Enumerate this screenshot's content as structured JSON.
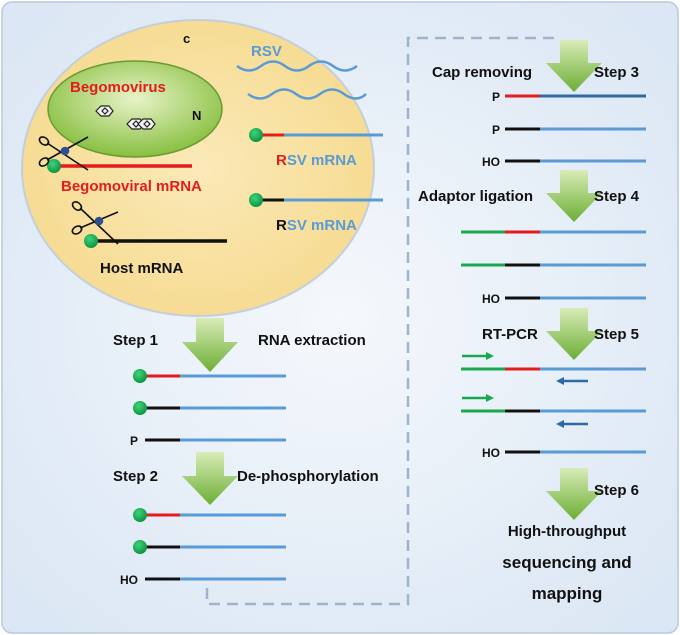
{
  "cell": {
    "compartment_c": "c",
    "nucleus_label": "Begomovirus",
    "nucleus_n": "N",
    "rsv_label": "RSV",
    "rsv_mrna_label_1": {
      "r": "R",
      "rest": "SV mRNA"
    },
    "rsv_mrna_label_2": {
      "r": "R",
      "rest": "SV mRNA"
    },
    "begomoviral_mrna_label": "Begomoviral mRNA",
    "host_mrna_label": "Host mRNA"
  },
  "left_steps": {
    "step1": {
      "label": "Step 1",
      "action": "RNA extraction"
    },
    "step2": {
      "label": "Step 2",
      "action": "De-phosphorylation"
    },
    "end_p": "P",
    "end_ho": "HO"
  },
  "right_steps": {
    "step3": {
      "label": "Step 3",
      "action": "Cap removing"
    },
    "step4": {
      "label": "Step 4",
      "action": "Adaptor ligation"
    },
    "step5": {
      "label": "Step 5",
      "action": "RT-PCR"
    },
    "step6": {
      "label": "Step 6",
      "action_lines": [
        "High-throughput",
        "sequencing and",
        "mapping"
      ]
    },
    "end_p": "P",
    "end_ho": "HO"
  },
  "colors": {
    "red": "#e31c1c",
    "black": "#111111",
    "blue": "#5b9bd5",
    "dark_blue": "#2f6aa8",
    "green_cap": "#13a84e",
    "adaptor_green": "#1aa84f",
    "arrow_green": "#7cbd3f",
    "cell_fill": "#f7dfa0",
    "nucleus_fill": "#8cc43e",
    "background": "#e3edf8"
  }
}
